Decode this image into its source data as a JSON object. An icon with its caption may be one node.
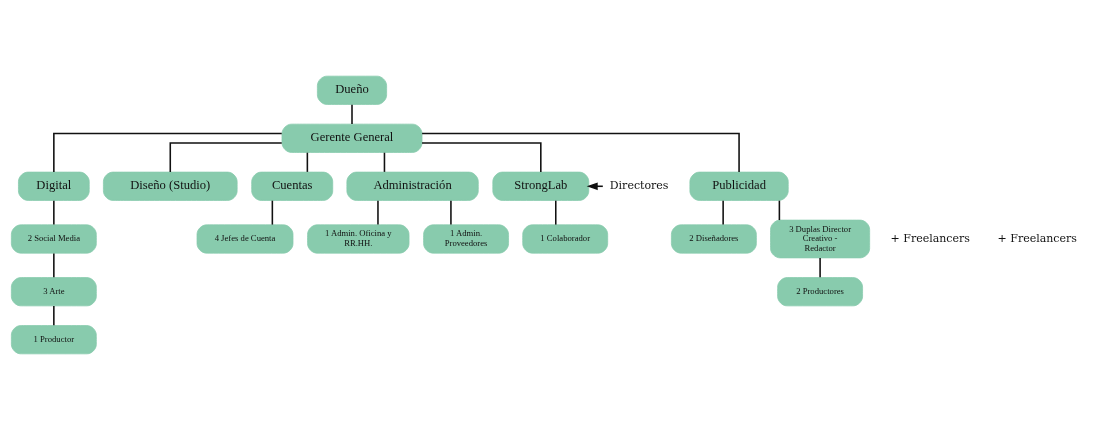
{
  "diagram": {
    "nodes": [
      {
        "text": [
          "Dueño"
        ]
      },
      {
        "text": [
          "Gerente General"
        ]
      },
      {
        "text": [
          "Directores"
        ]
      },
      {
        "text": [
          "StrongLab"
        ]
      },
      {
        "text": [
          "Publicidad"
        ]
      },
      {
        "text": [
          "Digital"
        ]
      },
      {
        "text": [
          "Diseño (Studio)"
        ]
      },
      {
        "text": [
          "Cuentas"
        ]
      },
      {
        "text": [
          "Administración"
        ]
      },
      {
        "text": [
          "1 Colaborador"
        ]
      },
      {
        "text": [
          "3 Duplas Director Creativo - Redactor"
        ]
      },
      {
        "text": [
          "2 Productores"
        ]
      },
      {
        "text": [
          "2 Diseñadores"
        ]
      },
      {
        "text": [
          "2 Social Media"
        ]
      },
      {
        "text": [
          "3 Arte"
        ]
      },
      {
        "text": [
          "1 Productor"
        ]
      },
      {
        "text": [
          "4 Jefes de Cuenta"
        ]
      },
      {
        "text": [
          "1 Admin. Oficina y RR.HH."
        ]
      },
      {
        "text": [
          "1 Admin. Proveedores"
        ]
      }
    ],
    "edges": [
      {
        "from": 0,
        "to": 1,
        "arrow": "none"
      },
      {
        "from": 1,
        "to": 3,
        "arrow": "none"
      },
      {
        "from": 1,
        "to": 4,
        "arrow": "none"
      },
      {
        "from": 1,
        "to": 5,
        "arrow": "none"
      },
      {
        "from": 1,
        "to": 6,
        "arrow": "none"
      },
      {
        "from": 1,
        "to": 7,
        "arrow": "none"
      },
      {
        "from": 1,
        "to": 8,
        "arrow": "none"
      },
      {
        "from": 2,
        "to": 3,
        "arrow": "to"
      },
      {
        "from": 3,
        "to": 9,
        "arrow": "none"
      },
      {
        "from": 4,
        "to": 10,
        "arrow": "none"
      },
      {
        "from": 10,
        "to": 11,
        "arrow": "none"
      },
      {
        "from": 4,
        "to": 12,
        "arrow": "none"
      },
      {
        "from": 5,
        "to": 13,
        "arrow": "none"
      },
      {
        "from": 13,
        "to": 14,
        "arrow": "none"
      },
      {
        "from": 14,
        "to": 15,
        "arrow": "none"
      },
      {
        "from": 7,
        "to": 16,
        "arrow": "none"
      },
      {
        "from": 8,
        "to": 17,
        "arrow": "none"
      },
      {
        "from": 8,
        "to": 18,
        "arrow": "none"
      }
    ],
    "labels": [
      "+ Freelancers",
      "+ Freelancers"
    ]
  }
}
